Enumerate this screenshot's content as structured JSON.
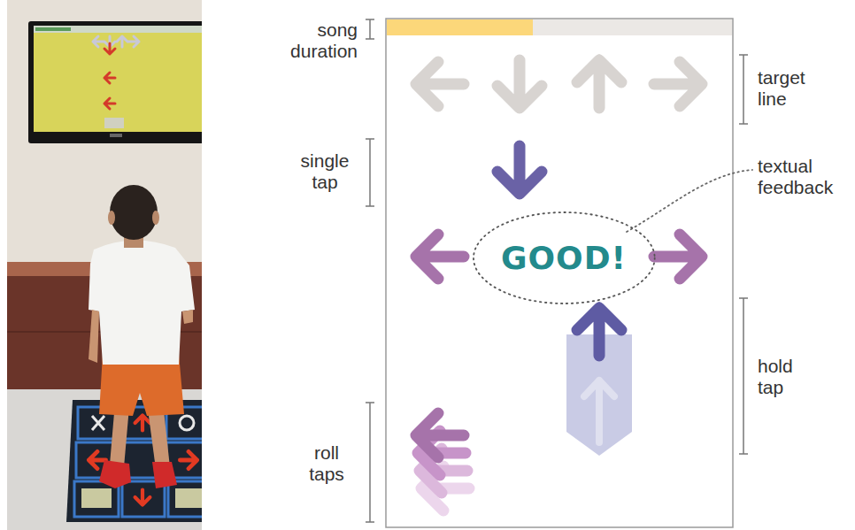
{
  "diagram": {
    "nodes": [
      {
        "text": [
          "GOOD!"
        ]
      }
    ],
    "labels": [
      "song duration",
      "single tap",
      "roll taps",
      "target line",
      "textual feedback",
      "hold tap"
    ]
  }
}
